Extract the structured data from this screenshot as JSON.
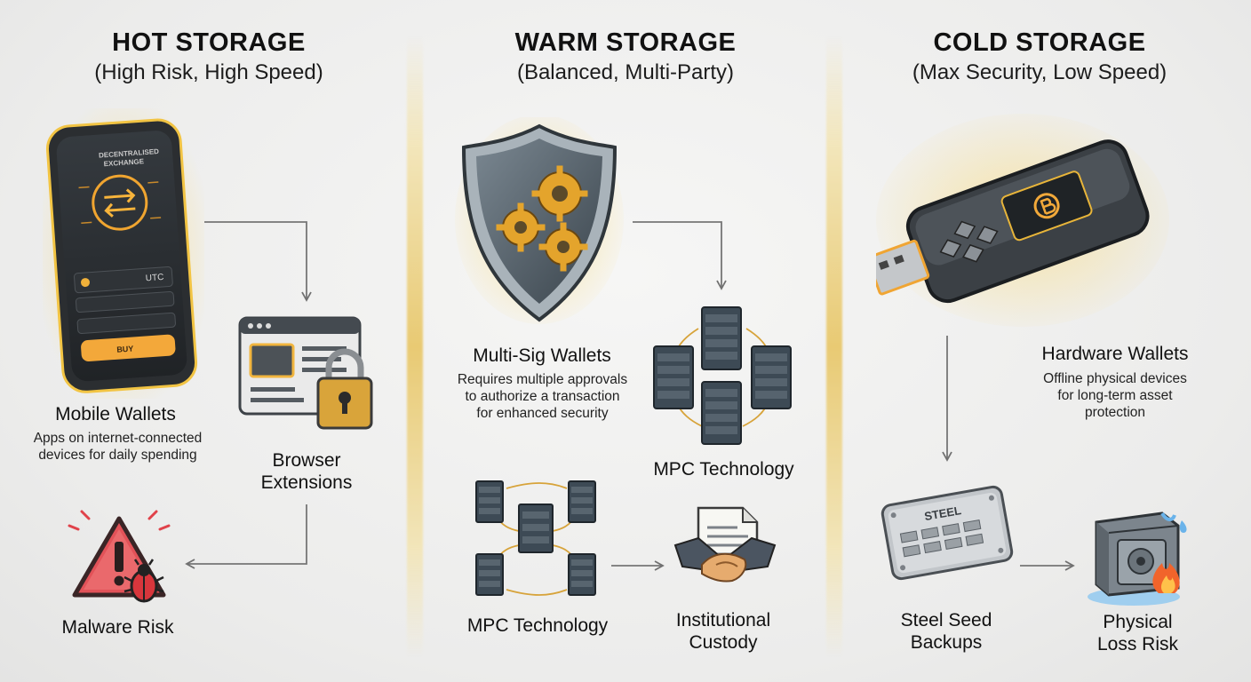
{
  "columns": [
    {
      "title": "HOT STORAGE",
      "subtitle": "(High Risk, High Speed)"
    },
    {
      "title": "WARM STORAGE",
      "subtitle": "(Balanced, Multi-Party)"
    },
    {
      "title": "COLD STORAGE",
      "subtitle": "(Max Security, Low Speed)"
    }
  ],
  "hot": {
    "phone": {
      "screen_title_1": "DECENTRALISED",
      "screen_title_2": "EXCHANGE",
      "token": "UTC",
      "button": "BUY"
    },
    "mobile_wallets": {
      "label": "Mobile Wallets",
      "desc_line1": "Apps on internet-connected",
      "desc_line2": "devices for daily spending"
    },
    "browser_extensions": {
      "label_line1": "Browser",
      "label_line2": "Extensions"
    },
    "malware": {
      "label": "Malware Risk"
    }
  },
  "warm": {
    "multisig": {
      "label": "Multi-Sig Wallets",
      "desc_line1": "Requires multiple approvals",
      "desc_line2": "to authorize a transaction",
      "desc_line3": "for enhanced security"
    },
    "mpc_right": {
      "label": "MPC Technology"
    },
    "mpc_left": {
      "label": "MPC Technology"
    },
    "custody": {
      "label_line1": "Institutional",
      "label_line2": "Custody"
    }
  },
  "cold": {
    "hardware": {
      "label": "Hardware Wallets",
      "desc_line1": "Offline physical devices",
      "desc_line2": "for long-term asset",
      "desc_line3": "protection"
    },
    "steel": {
      "label_line1": "Steel Seed",
      "label_line2": "Backups",
      "plate_text": "STEEL"
    },
    "physical": {
      "label_line1": "Physical",
      "label_line2": "Loss Risk"
    }
  },
  "colors": {
    "accent_gold": "#e8b53a",
    "arrow_gray": "#6f6f6f",
    "danger_red": "#d8333a",
    "server_blue": "#3d4a55"
  }
}
